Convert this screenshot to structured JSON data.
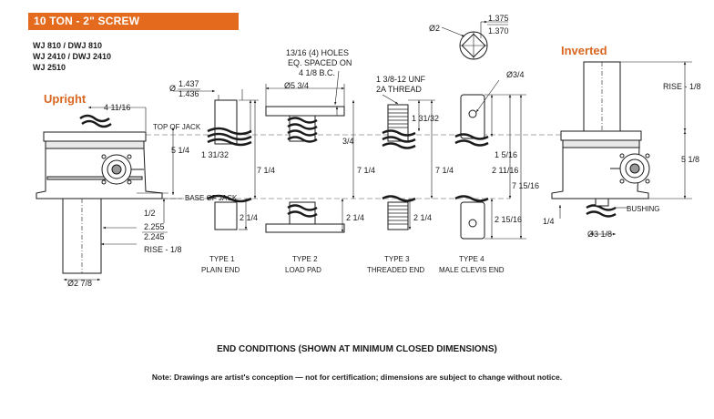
{
  "header": {
    "title": "10 TON - 2\" SCREW",
    "models": [
      "WJ 810 / DWJ 810",
      "WJ 2410 / DWJ 2410",
      "WJ 2510"
    ],
    "accent_color": "#e46b1e"
  },
  "views": {
    "upright": "Upright",
    "inverted": "Inverted"
  },
  "upright_dims": {
    "width_top": "4 11/16",
    "top_of_jack": "TOP OF JACK",
    "base_of_jack": "BASE OF JACK",
    "height_body": "5 1/4",
    "half": "1/2",
    "dia_top": "2.255",
    "dia_bot": "2.245",
    "rise": "RISE - 1/8",
    "tube_dia": "Ø2 7/8"
  },
  "type1": {
    "dia_top": "1.437",
    "dia_bot": "1.436",
    "dia_prefix": "Ø",
    "upper_len": "1 31/32",
    "total": "7 1/4",
    "lower": "2 1/4",
    "name": "TYPE 1",
    "desc": "PLAIN END"
  },
  "type2": {
    "holes_line1": "13/16 (4) HOLES",
    "holes_line2": "EQ. SPACED ON",
    "holes_line3": "4 1/8 B.C.",
    "pad_dia": "Ø5 3/4",
    "pad_thk": "3/4",
    "total": "7 1/4",
    "lower": "2 1/4",
    "name": "TYPE 2",
    "desc": "LOAD PAD"
  },
  "type3": {
    "thread_line1": "1 3/8-12 UNF",
    "thread_line2": "2A THREAD",
    "thread_len": "1 31/32",
    "total": "7 1/4",
    "lower": "2 1/4",
    "name": "TYPE 3",
    "desc": "THREADED END"
  },
  "type4": {
    "pin_dia": "Ø2",
    "pin_top": "1.375",
    "pin_bot": "1.370",
    "hole_dia": "Ø3/4",
    "upper": "1 5/16",
    "mid": "2 11/16",
    "total": "7 15/16",
    "lower": "2 15/16",
    "name": "TYPE 4",
    "desc": "MALE CLEVIS END"
  },
  "inverted_dims": {
    "rise": "RISE - 1/8",
    "height": "5 1/8",
    "quarter": "1/4",
    "bushing": "BUSHING",
    "bushing_dia": "Ø3 1/8"
  },
  "footer": {
    "caption": "END CONDITIONS (SHOWN AT MINIMUM CLOSED DIMENSIONS)",
    "note": "Note: Drawings are artist's conception — not for certification; dimensions are subject to change without notice."
  }
}
